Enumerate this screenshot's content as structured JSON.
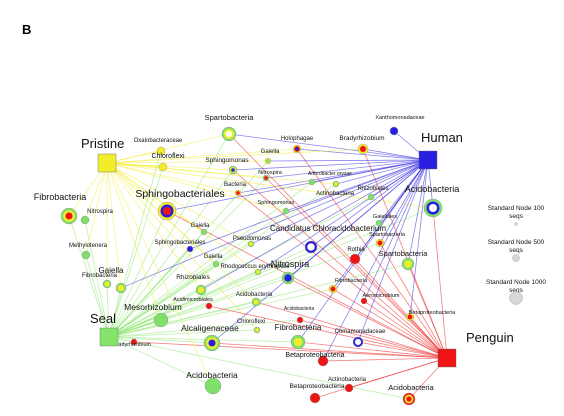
{
  "panel_letter": "B",
  "colors": {
    "pristine": "#f2ec2a",
    "human": "#2a1fe0",
    "seal": "#86e36a",
    "penguin": "#ef1515",
    "node_green": "#7fe06a",
    "legend_node": "#d8d8d8"
  },
  "hubs": [
    {
      "id": "pristine",
      "label": "Pristine"
    },
    {
      "id": "human",
      "label": "Human"
    },
    {
      "id": "seal",
      "label": "Seal"
    },
    {
      "id": "penguin",
      "label": "Penguin"
    }
  ],
  "legend": [
    {
      "label_lines": [
        "Standard Node 100",
        "seqs"
      ]
    },
    {
      "label_lines": [
        "Standard Node 500",
        "seqs"
      ]
    },
    {
      "label_lines": [
        "Standard Node 1000",
        "seqs"
      ]
    }
  ],
  "nodes": [
    {
      "label": "Spartobacteria",
      "style": "gyc",
      "hubs": [
        "pristine",
        "human",
        "seal",
        "penguin"
      ]
    },
    {
      "label": "Xanthomonadaceae",
      "style": "b",
      "hubs": [
        "human"
      ]
    },
    {
      "label": "Oxalobacteraceae",
      "style": "y",
      "hubs": [
        "pristine",
        "seal"
      ]
    },
    {
      "label": "Holophagae",
      "style": "yrb",
      "hubs": [
        "human",
        "penguin",
        "pristine"
      ]
    },
    {
      "label": "Bradyrhizobium",
      "style": "yr",
      "hubs": [
        "penguin",
        "human",
        "pristine"
      ]
    },
    {
      "label": "Chloroflexi",
      "style": "y",
      "hubs": [
        "pristine",
        "seal"
      ]
    },
    {
      "label": "Sphingomonas",
      "style": "gyb",
      "hubs": [
        "pristine",
        "human",
        "seal",
        "penguin"
      ]
    },
    {
      "label": "Gaiella",
      "style": "yg",
      "hubs": [
        "pristine",
        "human",
        "seal"
      ]
    },
    {
      "label": "Nitrospira",
      "style": "gr",
      "hubs": [
        "pristine",
        "human",
        "seal",
        "penguin"
      ]
    },
    {
      "label": "Arthrobacter oryzae",
      "style": "g",
      "hubs": [
        "human",
        "seal"
      ]
    },
    {
      "label": "Bacteria",
      "style": "yr",
      "hubs": [
        "pristine",
        "penguin",
        "human"
      ]
    },
    {
      "label": "Actinobacteria",
      "style": "gy",
      "hubs": [
        "pristine",
        "human",
        "seal"
      ]
    },
    {
      "label": "Rhizobiales",
      "style": "g",
      "hubs": [
        "human",
        "seal"
      ]
    },
    {
      "label": "Fibrobacteria",
      "style": "gyr",
      "hubs": [
        "pristine",
        "seal"
      ]
    },
    {
      "label": "Sphingobacteriales",
      "style": "ybr",
      "hubs": [
        "pristine",
        "human",
        "seal",
        "penguin"
      ]
    },
    {
      "label": "Nitrospira",
      "style": "g",
      "hubs": [
        "pristine",
        "seal"
      ]
    },
    {
      "label": "Sphingomonas",
      "style": "g",
      "hubs": [
        "pristine",
        "human",
        "seal"
      ]
    },
    {
      "label": "Acidobacteria",
      "style": "gbw",
      "hubs": [
        "pristine",
        "human",
        "seal",
        "penguin"
      ]
    },
    {
      "label": "Gaiellales",
      "style": "g",
      "hubs": [
        "human",
        "seal"
      ]
    },
    {
      "label": "Gaiella",
      "style": "g",
      "hubs": [
        "pristine",
        "seal"
      ]
    },
    {
      "label": "Sphingobacteriales",
      "style": "b",
      "hubs": [
        "human",
        "seal"
      ]
    },
    {
      "label": "Pseudomonas",
      "style": "gy",
      "hubs": [
        "pristine",
        "seal",
        "human"
      ]
    },
    {
      "label": "Candidatus Chloracidobacterium",
      "style": "bw",
      "hubs": [
        "human",
        "seal"
      ]
    },
    {
      "label": "Methylotenera",
      "style": "g",
      "hubs": [
        "pristine",
        "seal"
      ]
    },
    {
      "label": "Gaiella",
      "style": "g",
      "hubs": [
        "seal",
        "pristine"
      ]
    },
    {
      "label": "Rhodococcus erythropolis",
      "style": "gy",
      "hubs": [
        "pristine",
        "seal",
        "human"
      ]
    },
    {
      "label": "Spartobacteria",
      "style": "yr",
      "hubs": [
        "human",
        "penguin",
        "seal"
      ]
    },
    {
      "label": "Rothia",
      "style": "r",
      "hubs": [
        "penguin",
        "human"
      ]
    },
    {
      "label": "Spartobacteria",
      "style": "gy",
      "hubs": [
        "human",
        "seal",
        "penguin"
      ]
    },
    {
      "label": "Fibrobacteria",
      "style": "gy",
      "hubs": [
        "pristine",
        "seal"
      ]
    },
    {
      "label": "Gaiella",
      "style": "gy",
      "hubs": [
        "pristine",
        "seal",
        "human"
      ]
    },
    {
      "label": "Rhizobiales",
      "style": "gy",
      "hubs": [
        "pristine",
        "seal",
        "human"
      ]
    },
    {
      "label": "Nitrospira",
      "style": "gb",
      "hubs": [
        "human",
        "seal",
        "penguin"
      ]
    },
    {
      "label": "Fibrobacteria",
      "style": "yr",
      "hubs": [
        "human",
        "penguin",
        "seal"
      ]
    },
    {
      "label": "Acidobacteria",
      "style": "gy",
      "hubs": [
        "seal",
        "pristine",
        "penguin"
      ]
    },
    {
      "label": "Aeromicrobium",
      "style": "r",
      "hubs": [
        "penguin",
        "human"
      ]
    },
    {
      "label": "Acidimicrobiales",
      "style": "r",
      "hubs": [
        "penguin",
        "seal"
      ]
    },
    {
      "label": "Betaproteobacteria",
      "style": "yr",
      "hubs": [
        "human",
        "penguin"
      ]
    },
    {
      "label": "Mesorhizobium",
      "style": "g",
      "hubs": [
        "seal",
        "pristine"
      ]
    },
    {
      "label": "Acidobacteria",
      "style": "r",
      "hubs": [
        "penguin",
        "seal"
      ]
    },
    {
      "label": "Chloroflexi",
      "style": "gy",
      "hubs": [
        "seal",
        "pristine"
      ]
    },
    {
      "label": "Alcaligenaceae",
      "style": "gyb",
      "hubs": [
        "human",
        "seal",
        "penguin"
      ]
    },
    {
      "label": "Fibrobacteria",
      "style": "gy",
      "hubs": [
        "seal",
        "penguin",
        "human"
      ]
    },
    {
      "label": "Comamonadaceae",
      "style": "bw",
      "hubs": [
        "human",
        "penguin"
      ]
    },
    {
      "label": "Bradyrhizobium",
      "style": "r",
      "hubs": [
        "penguin",
        "seal"
      ]
    },
    {
      "label": "Betaproteobacteria",
      "style": "r",
      "hubs": [
        "penguin",
        "human"
      ]
    },
    {
      "label": "Acidobacteria",
      "style": "g",
      "hubs": [
        "seal",
        "pristine"
      ]
    },
    {
      "label": "Actinobacteria",
      "style": "r",
      "hubs": [
        "penguin"
      ]
    },
    {
      "label": "Betaproteobacteria",
      "style": "r",
      "hubs": [
        "penguin"
      ]
    },
    {
      "label": "Acidobacteria",
      "style": "ryr",
      "hubs": [
        "penguin",
        "seal"
      ]
    }
  ]
}
